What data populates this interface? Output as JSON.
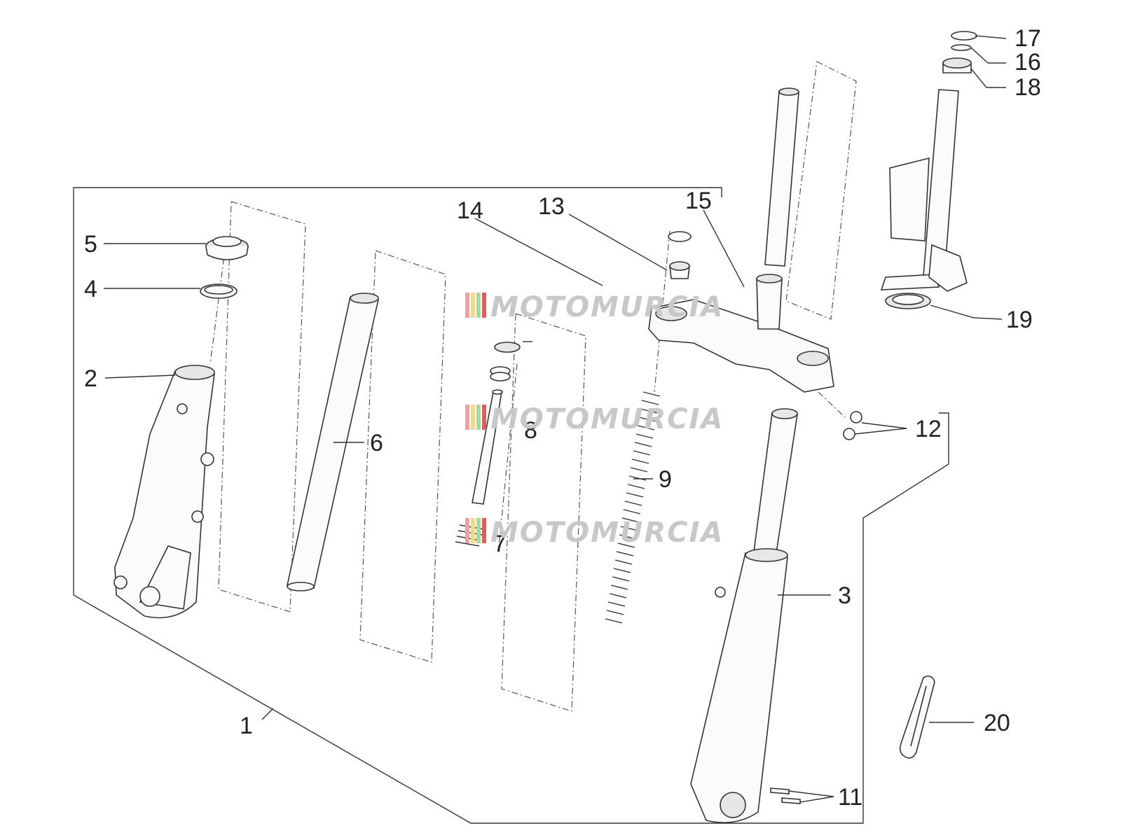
{
  "diagram": {
    "callouts": [
      "1",
      "2",
      "3",
      "4",
      "5",
      "6",
      "7",
      "8",
      "9",
      "11",
      "12",
      "13",
      "14",
      "15",
      "16",
      "17",
      "18",
      "19",
      "20"
    ],
    "watermark": {
      "text": "MOTOMURCIA",
      "stripe_colors": [
        "#f0a0a0",
        "#f2d98a",
        "#a8d8a0",
        "#d86060"
      ]
    }
  }
}
